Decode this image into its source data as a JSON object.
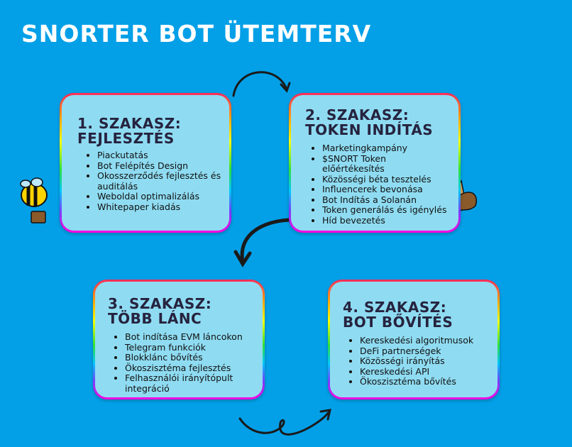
{
  "title": "Snorter Bot ütemterv",
  "phases": [
    {
      "title_line1": "1. Szakasz:",
      "title_line2": "Fejlesztés",
      "items": [
        "Piackutatás",
        "Bot Felépítés Design",
        "Okosszerződés fejlesztés és auditálás",
        "Weboldal optimalizálás",
        "Whitepaper kiadás"
      ]
    },
    {
      "title_line1": "2. Szakasz:",
      "title_line2": "Token indítás",
      "items": [
        "Marketingkampány",
        "$SNORT Token előértékesítés",
        "Közösségi béta tesztelés",
        "Influencerek bevonása",
        "Bot Indítás a Solanán",
        "Token generálás és igénylés",
        "Híd bevezetés"
      ]
    },
    {
      "title_line1": "3. Szakasz:",
      "title_line2": "Több lánc",
      "items": [
        "Bot indítása EVM láncokon",
        "Telegram funkciók",
        "Blokklánc bővítés",
        "Ökoszisztéma fejlesztés",
        "Felhasználói irányítópult integráció"
      ]
    },
    {
      "title_line1": "4. Szakasz:",
      "title_line2": "Bot bővítés",
      "items": [
        "Kereskedési algoritmusok",
        "DeFi partnerségek",
        "Közösségi irányítás",
        "Kereskedési API",
        "Ökoszisztéma bővítés"
      ]
    }
  ],
  "colors": {
    "background": "#03a0e8",
    "card": "#8fdcf2",
    "heading": "#26233f"
  }
}
